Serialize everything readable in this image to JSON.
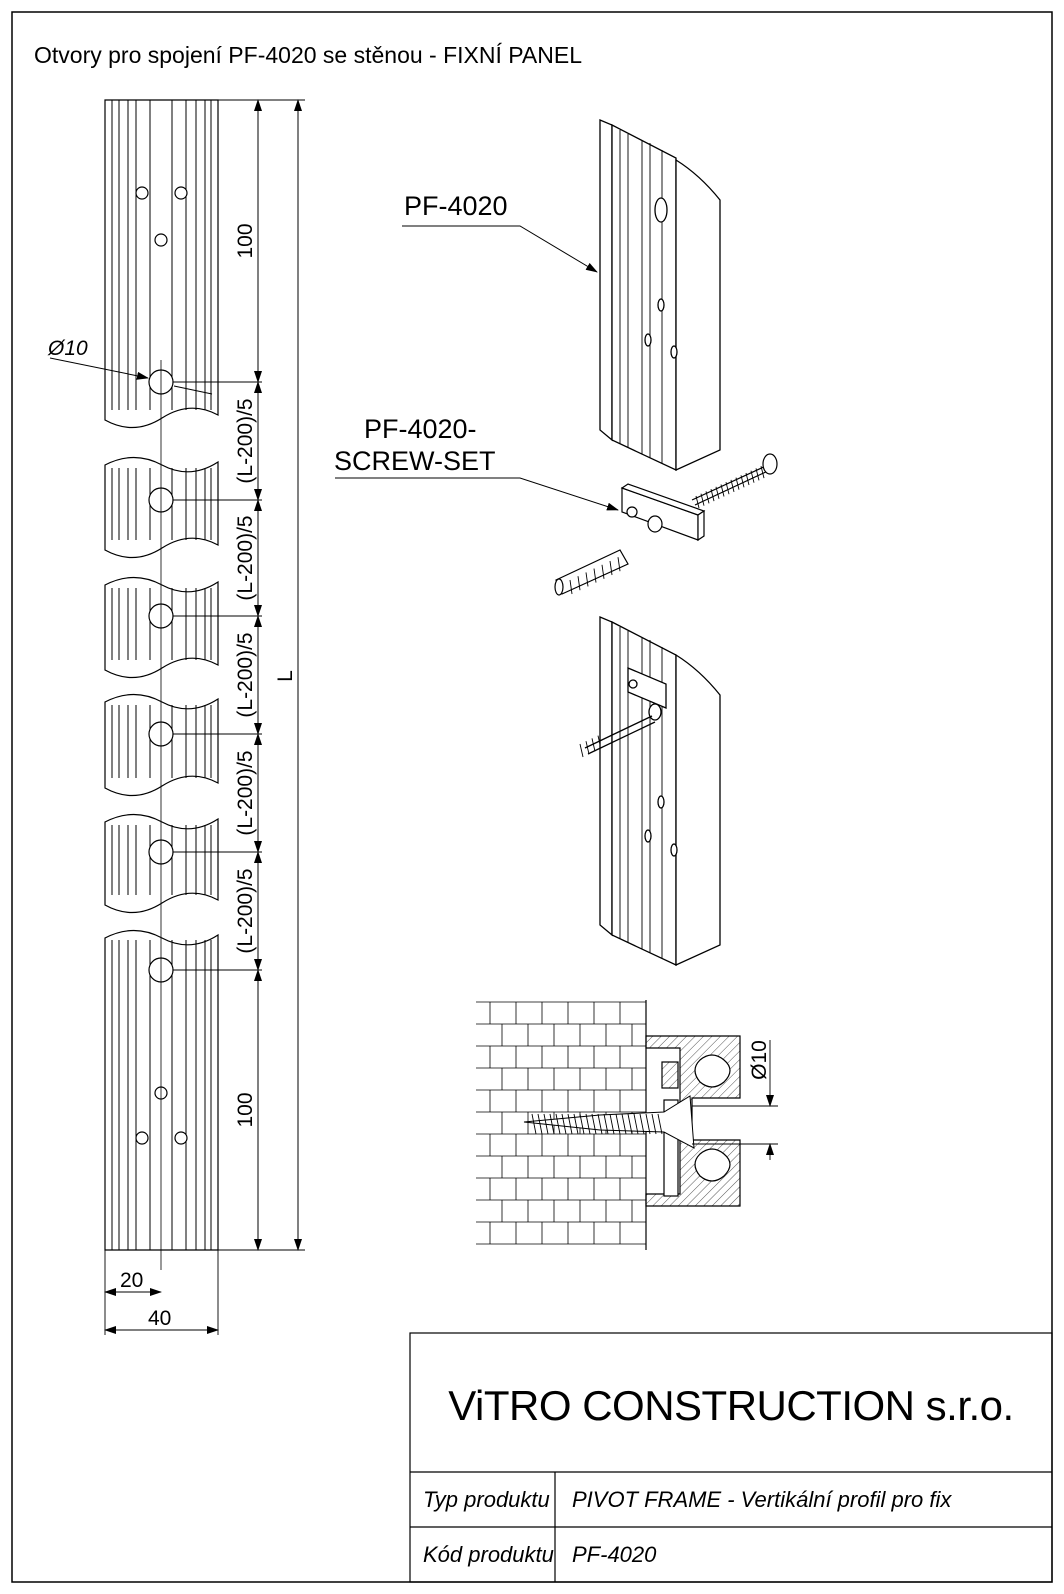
{
  "sheet": {
    "title": "Otvory pro spojení PF-4020 se stěnou - FIXNÍ PANEL"
  },
  "profile_drawing": {
    "dim_top": "100",
    "dim_bottom": "100",
    "dim_segment": "(L-200)/5",
    "dim_total": "L",
    "hole_diameter": "Ø10",
    "dim_half_width": "20",
    "dim_width": "40"
  },
  "callouts": {
    "profile": "PF-4020",
    "screw_set_line1": "PF-4020-",
    "screw_set_line2": "SCREW-SET"
  },
  "section_view": {
    "hole_diameter": "Ø10"
  },
  "title_block": {
    "company": "ViTRO CONSTRUCTION s.r.o.",
    "product_type_label": "Typ produktu",
    "product_type_value": "PIVOT FRAME - Vertikální profil pro fix",
    "product_code_label": "Kód produktu",
    "product_code_value": "PF-4020"
  },
  "colors": {
    "line": "#000000",
    "paper": "#ffffff",
    "hatch": "#555555"
  }
}
